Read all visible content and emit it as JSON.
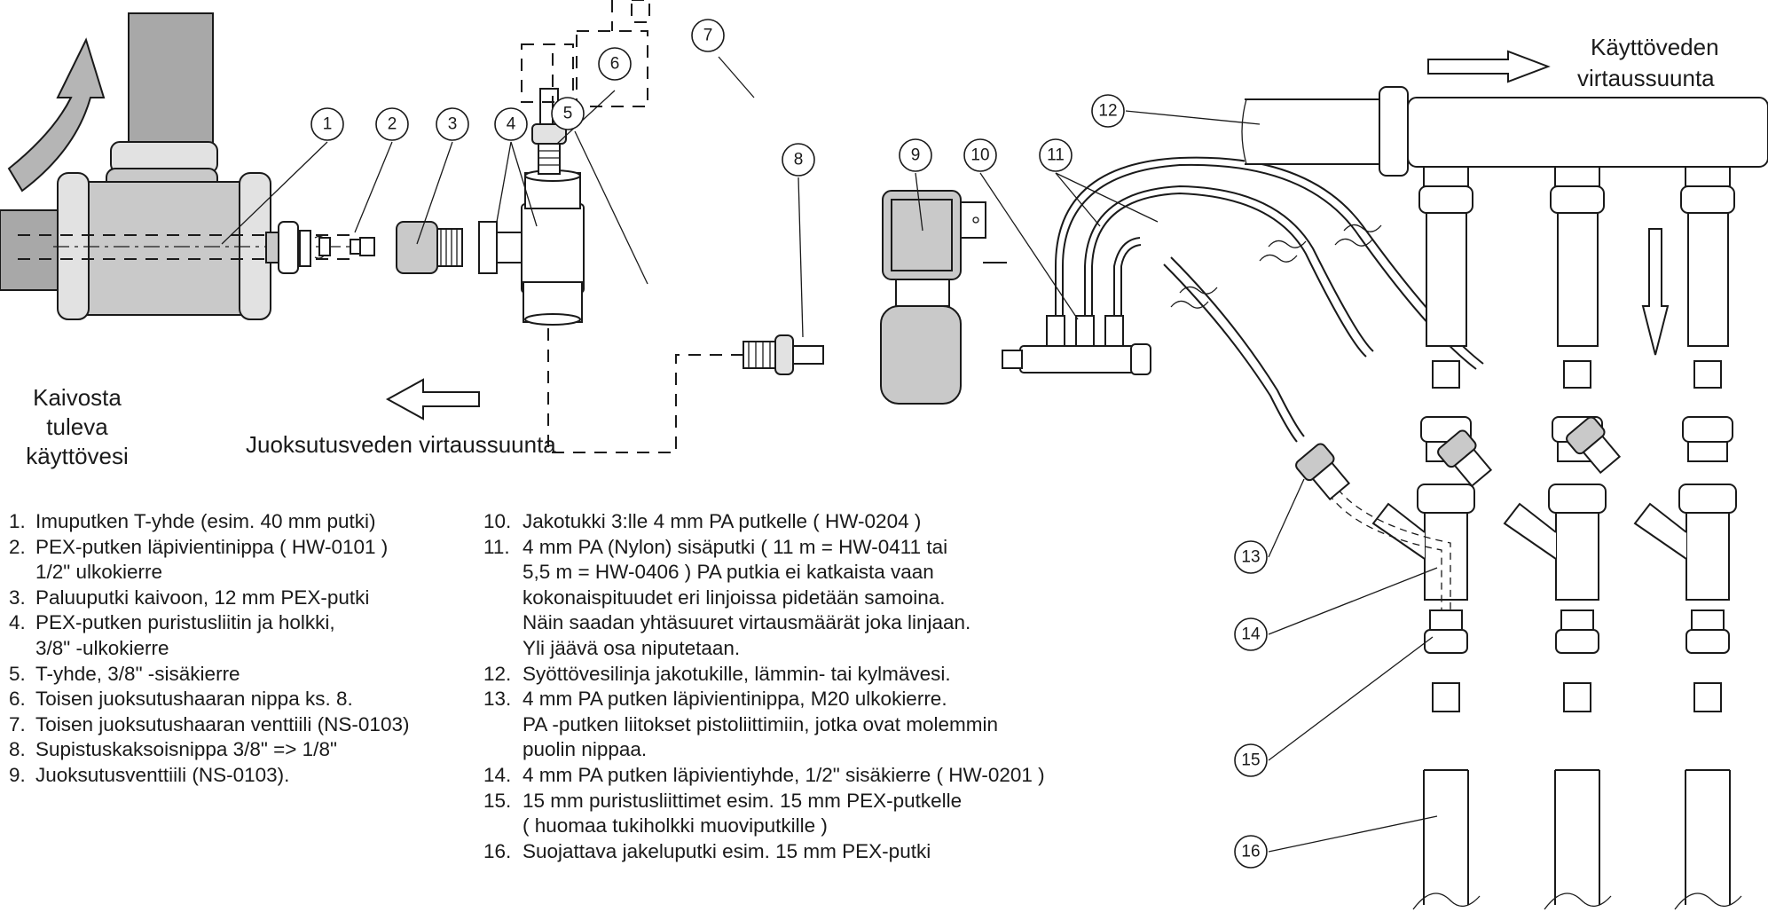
{
  "labels": {
    "kaivosta": [
      "Kaivosta",
      "tuleva",
      "käyttövesi"
    ],
    "juoksutus_flow": "Juoksutusveden virtaussuunta",
    "kayttovesi_flow": [
      "Käyttöveden",
      "virtaussuunta"
    ]
  },
  "callouts": [
    "1",
    "2",
    "3",
    "4",
    "5",
    "6",
    "7",
    "8",
    "9",
    "10",
    "11",
    "12",
    "13",
    "14",
    "15",
    "16"
  ],
  "legend_left": [
    {
      "num": "1.",
      "text": "Imuputken T-yhde (esim. 40 mm putki)"
    },
    {
      "num": "2.",
      "text": "PEX-putken läpivientinippa ( HW-0101 )\n1/2\" ulkokierre"
    },
    {
      "num": "3.",
      "text": "Paluuputki kaivoon, 12 mm PEX-putki"
    },
    {
      "num": "4.",
      "text": "PEX-putken puristusliitin ja holkki,\n3/8\" -ulkokierre"
    },
    {
      "num": "5.",
      "text": "T-yhde, 3/8\" -sisäkierre"
    },
    {
      "num": "6.",
      "text": "Toisen juoksutushaaran nippa ks. 8."
    },
    {
      "num": "7.",
      "text": "Toisen juoksutushaaran venttiili (NS-0103)"
    },
    {
      "num": "8.",
      "text": "Supistuskaksoisnippa 3/8\" => 1/8\""
    },
    {
      "num": "9.",
      "text": "Juoksutusventtiili (NS-0103)."
    }
  ],
  "legend_right": [
    {
      "num": "10.",
      "text": "Jakotukki 3:lle 4 mm PA putkelle ( HW-0204 )"
    },
    {
      "num": "11.",
      "text": "4 mm PA (Nylon) sisäputki ( 11 m = HW-0411 tai\n5,5 m = HW-0406 ) PA putkia ei katkaista vaan\nkokonaispituudet eri linjoissa pidetään samoina.\nNäin saadan yhtäsuuret virtausmäärät joka linjaan.\nYli jäävä osa niputetaan."
    },
    {
      "num": "12.",
      "text": "Syöttövesilinja jakotukille, lämmin- tai kylmävesi."
    },
    {
      "num": "13.",
      "text": "4 mm PA putken läpivientinippa, M20 ulkokierre.\nPA -putken liitokset pistoliittimiin, jotka ovat molemmin\npuolin nippaa."
    },
    {
      "num": "14.",
      "text": "4 mm PA putken läpivientiyhde, 1/2\" sisäkierre ( HW-0201 )"
    },
    {
      "num": "15.",
      "text": "15 mm puristusliittimet esim. 15 mm PEX-putkelle\n( huomaa tukiholkki muoviputkille )"
    },
    {
      "num": "16.",
      "text": "Suojattava jakeluputki esim. 15 mm PEX-putki"
    }
  ]
}
